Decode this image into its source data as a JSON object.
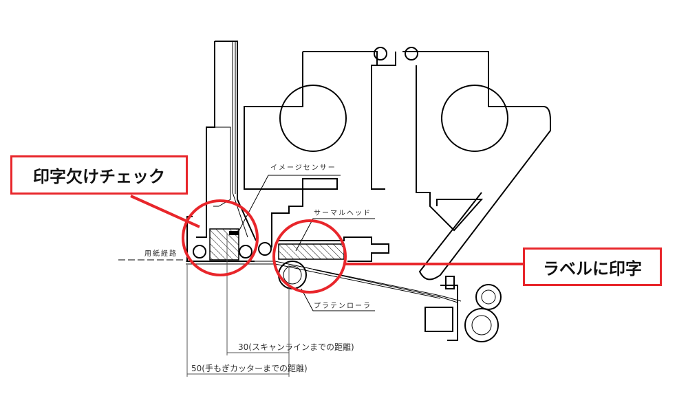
{
  "callouts": {
    "print_check": "印字欠けチェック",
    "label_print": "ラベルに印字"
  },
  "labels": {
    "image_sensor": "イメージセンサー",
    "thermal_head": "サーマルヘッド",
    "paper_path": "用紙経路",
    "platen_roller": "プラテンローラ"
  },
  "dimensions": {
    "scan_line": "30(スキャンラインまでの距離)",
    "tear_cutter": "50(手もぎカッターまでの距離)"
  },
  "colors": {
    "highlight": "#e8262b"
  }
}
